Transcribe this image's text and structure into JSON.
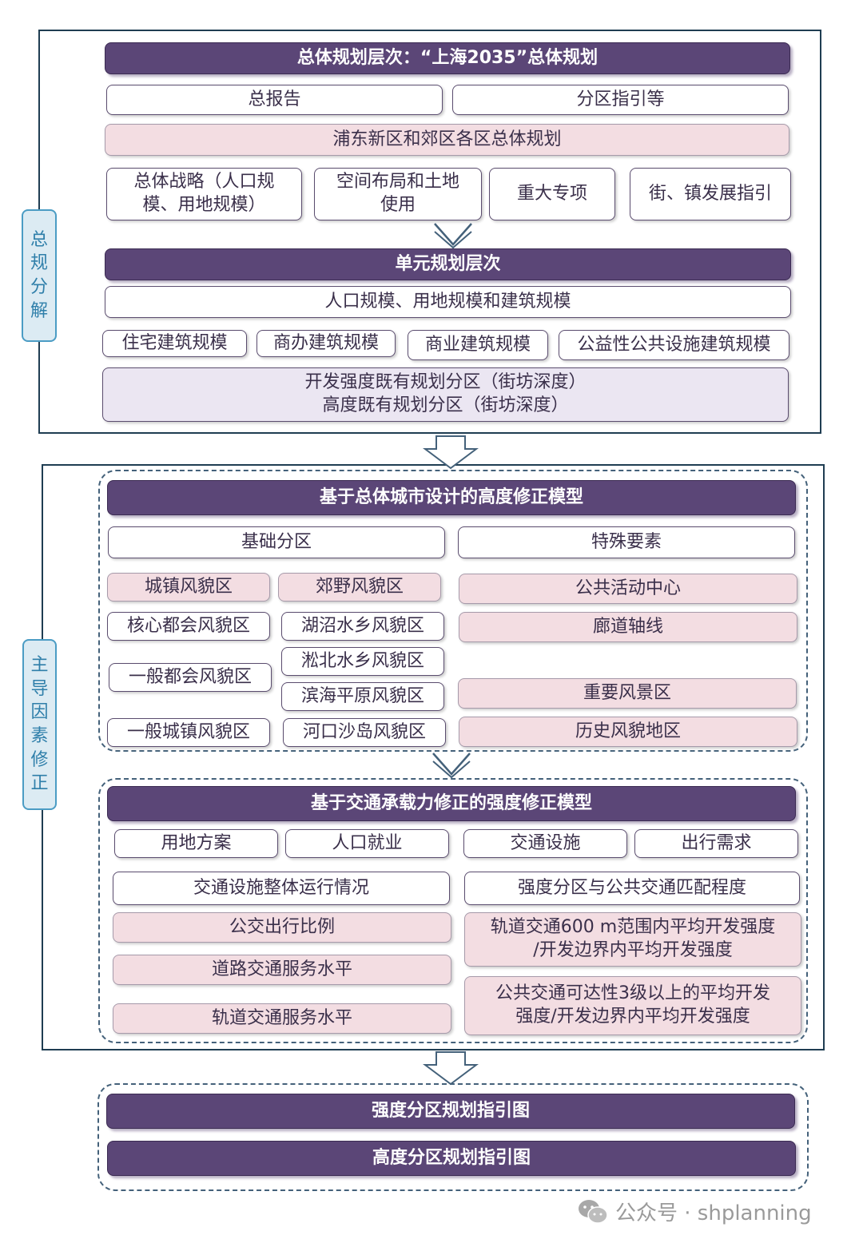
{
  "section_labels": {
    "decompose": "总\n规\n分\n解",
    "correction": "主\n导\n因\n素\n修\n正"
  },
  "master_plan": {
    "header": "总体规划层次：“上海2035”总体规划",
    "report": "总报告",
    "district_guide": "分区指引等",
    "district_plans": "浦东新区和郊区各区总体规划",
    "items": [
      "总体战略（人口规\n模、用地规模）",
      "空间布局和土地\n使用",
      "重大专项",
      "街、镇发展指引"
    ]
  },
  "unit_plan": {
    "header": "单元规划层次",
    "scale": "人口规模、用地规模和建筑规模",
    "items": [
      "住宅建筑规模",
      "商办建筑规模",
      "商业建筑规模",
      "公益性公共设施建筑规模"
    ],
    "zoning": "开发强度既有规划分区（街坊深度）\n高度既有规划分区（街坊深度）"
  },
  "height_model": {
    "header": "基于总体城市设计的高度修正模型",
    "base_title": "基础分区",
    "special_title": "特殊要素",
    "urban": "城镇风貌区",
    "rural": "郊野风貌区",
    "urban_items": [
      "核心都会风貌区",
      "一般都会风貌区",
      "一般城镇风貌区"
    ],
    "rural_items": [
      "湖沼水乡风貌区",
      "淞北水乡风貌区",
      "滨海平原风貌区",
      "河口沙岛风貌区"
    ],
    "special_items": [
      "公共活动中心",
      "廊道轴线",
      "重要风景区",
      "历史风貌地区"
    ]
  },
  "intensity_model": {
    "header": "基于交通承载力修正的强度修正模型",
    "inputs": [
      "用地方案",
      "人口就业",
      "交通设施",
      "出行需求"
    ],
    "left_title": "交通设施整体运行情况",
    "right_title": "强度分区与公共交通匹配程度",
    "left_items": [
      "公交出行比例",
      "道路交通服务水平",
      "轨道交通服务水平"
    ],
    "right_items": [
      "轨道交通600 m范围内平均开发强度\n/开发边界内平均开发强度",
      "公共交通可达性3级以上的平均开发\n强度/开发边界内平均开发强度"
    ]
  },
  "outputs": [
    "强度分区规划指引图",
    "高度分区规划指引图"
  ],
  "watermark": "公众号 · shplanning",
  "colors": {
    "header_purple": "#5b4677",
    "pink": "#f3dde2",
    "lavender": "#ebe6f2",
    "side_blue": "#dcebf3"
  }
}
